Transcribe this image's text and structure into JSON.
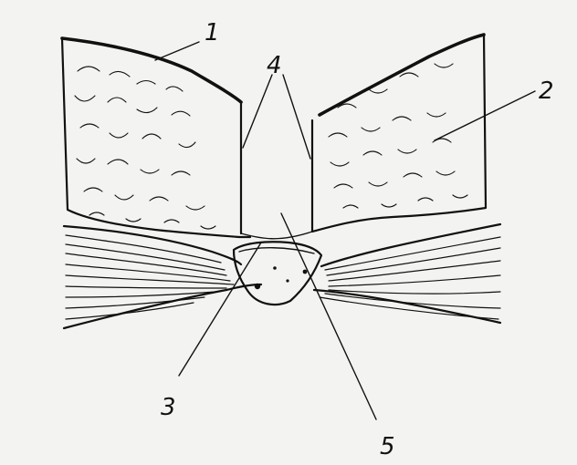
{
  "callouts": {
    "label1": "1",
    "label2": "2",
    "label3": "3",
    "label4": "4",
    "label5": "5"
  },
  "colors": {
    "paper": "#f3f3f1",
    "ink": "#111111"
  }
}
